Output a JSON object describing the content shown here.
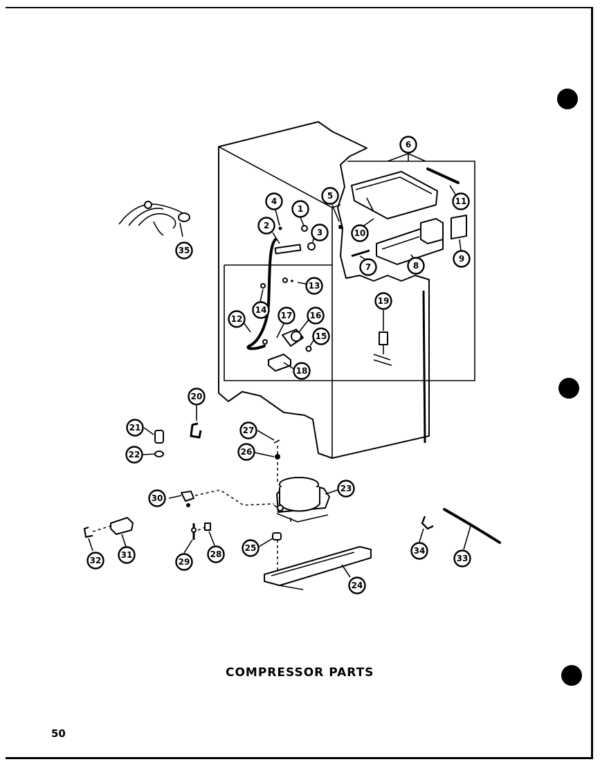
{
  "title": "COMPRESSOR PARTS",
  "page_number": "50",
  "callouts": [
    "1",
    "2",
    "3",
    "4",
    "5",
    "6",
    "7",
    "8",
    "9",
    "10",
    "11",
    "12",
    "13",
    "14",
    "15",
    "16",
    "17",
    "18",
    "19",
    "20",
    "21",
    "22",
    "23",
    "24",
    "25",
    "26",
    "27",
    "28",
    "29",
    "30",
    "31",
    "32",
    "33",
    "34",
    "35"
  ]
}
